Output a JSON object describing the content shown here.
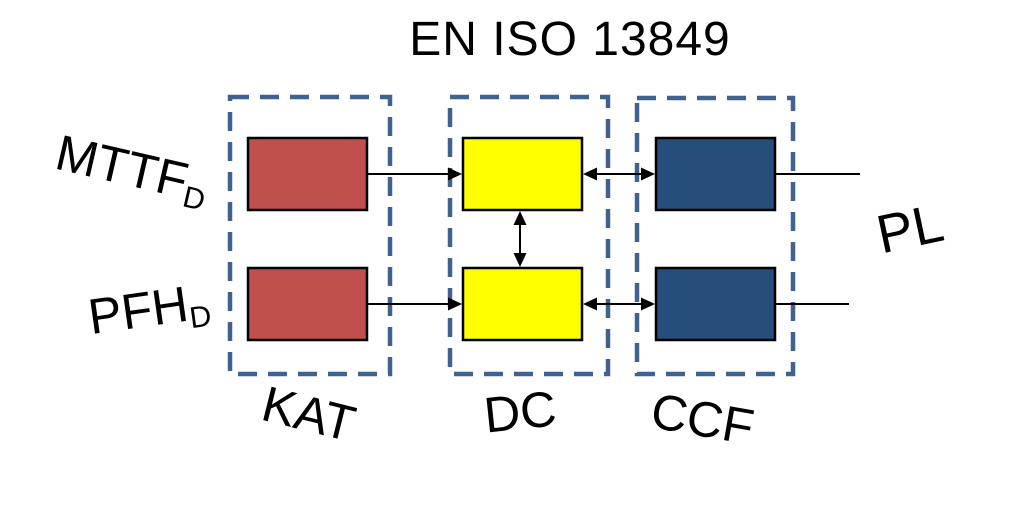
{
  "title": "EN ISO 13849",
  "colors": {
    "background": "#ffffff",
    "box_red": "#c0504d",
    "box_yellow": "#ffff00",
    "box_blue": "#254e7b",
    "box_outline": "#000000",
    "group_dash": "#41618e",
    "arrow": "#000000",
    "text": "#000000"
  },
  "labels": {
    "mttf": {
      "main": "MTTF",
      "sub": "D"
    },
    "pfh": {
      "main": "PFH",
      "sub": "D"
    },
    "pl": "PL",
    "kat": "KAT",
    "dc": "DC",
    "ccf": "CCF"
  }
}
